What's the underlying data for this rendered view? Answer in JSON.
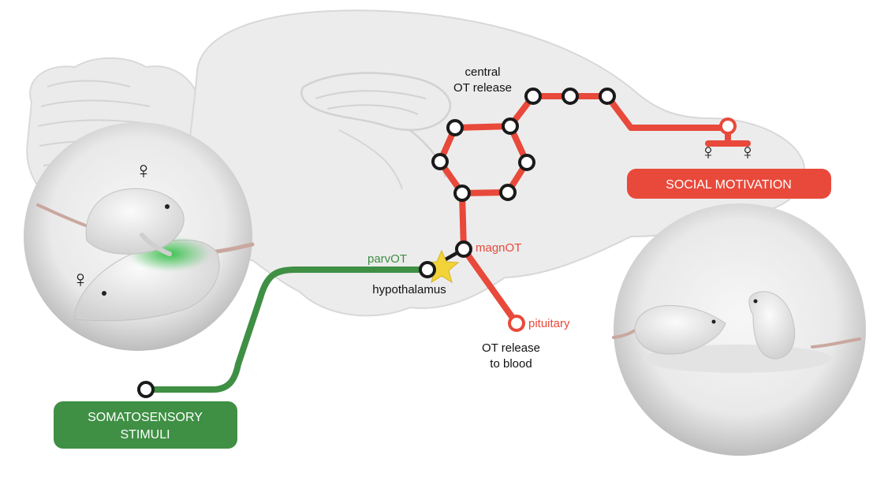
{
  "labels": {
    "central_release": [
      "central",
      "OT release"
    ],
    "parvOT": "parvOT",
    "magnOT": "magnOT",
    "hypothalamus": "hypothalamus",
    "pituitary": "pituitary",
    "blood_release": [
      "OT release",
      "to blood"
    ],
    "female_symbol": "♀"
  },
  "boxes": {
    "somatosensory": [
      "SOMATOSENSORY",
      "STIMULI"
    ],
    "social": "SOCIAL MOTIVATION"
  },
  "colors": {
    "red": "#e8493a",
    "green": "#3f8f44",
    "green_patch": "#34c24a",
    "brain": "#ececec",
    "brain_outline": "#d6d6d6",
    "node_outline": "#1a1a1a",
    "star": "#f2d33a"
  }
}
